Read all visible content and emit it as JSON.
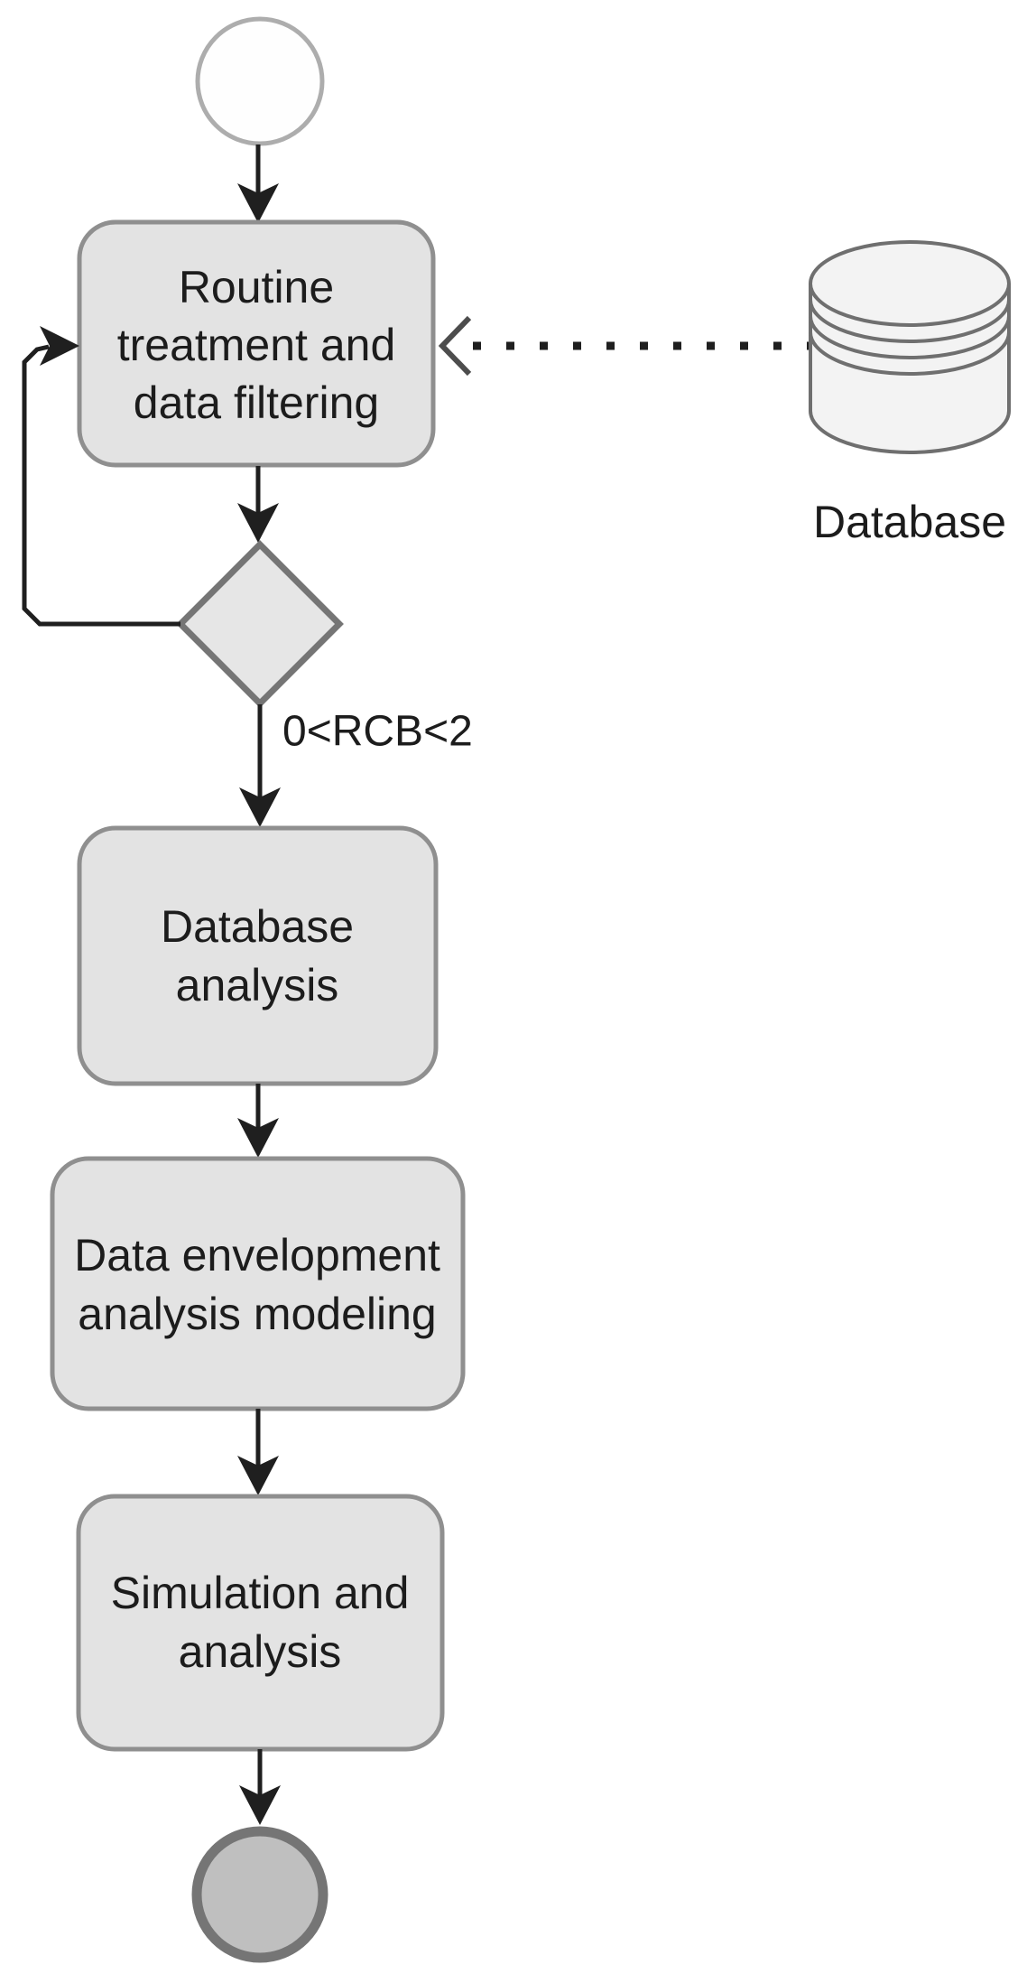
{
  "figure": {
    "type": "activity-flowchart",
    "background": "#ffffff"
  },
  "nodes": {
    "start": {
      "kind": "initial-node"
    },
    "routine": {
      "lines": [
        "Routine",
        "treatment and",
        "data filtering"
      ]
    },
    "decision": {
      "kind": "decision-diamond"
    },
    "database_analysis": {
      "lines": [
        "Database",
        "analysis"
      ]
    },
    "dea_modeling": {
      "lines": [
        "Data envelopment",
        "analysis modeling"
      ]
    },
    "simulation": {
      "lines": [
        "Simulation and",
        "analysis"
      ]
    },
    "datastore": {
      "label": "Database"
    },
    "end": {
      "kind": "final-node"
    }
  },
  "edges": {
    "decision_guard_label": "0<RCB<2"
  },
  "colors": {
    "activity_fill": "#e3e3e3",
    "activity_border": "#8f8f8f",
    "decision_fill": "#e6e6e6",
    "decision_border": "#757575",
    "start_border": "#adadad",
    "end_fill": "#bfbfbf",
    "end_border": "#757575",
    "datastore_fill": "#f3f3f3",
    "datastore_border": "#6f6f6f",
    "connector": "#1f1f1f",
    "text": "#1c1c1c"
  }
}
